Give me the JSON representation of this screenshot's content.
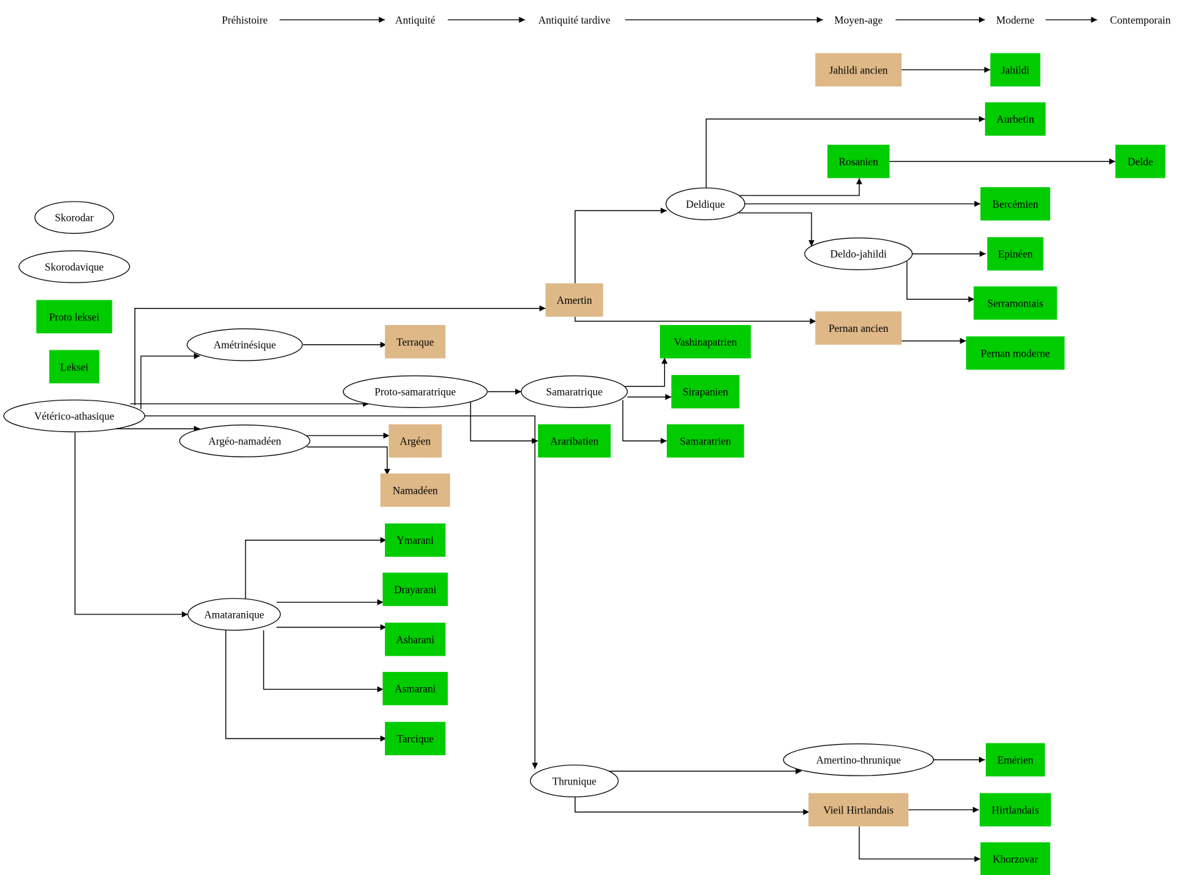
{
  "colors": {
    "modern": "#00cc00",
    "ancient": "#deb887",
    "proto": "#ffffff"
  },
  "timeline": [
    "Préhistoire",
    "Antiquité",
    "Antiquité tardive",
    "Moyen-age",
    "Moderne",
    "Contemporain"
  ],
  "nodes": [
    {
      "id": "skorodar",
      "label": "Skorodar",
      "kind": "proto"
    },
    {
      "id": "skorodavique",
      "label": "Skorodavique",
      "kind": "proto"
    },
    {
      "id": "proto_leksei",
      "label": "Proto leksei",
      "kind": "modern"
    },
    {
      "id": "leksei",
      "label": "Leksei",
      "kind": "modern"
    },
    {
      "id": "veterico",
      "label": "Vétérico-athasique",
      "kind": "proto"
    },
    {
      "id": "ametrinesique",
      "label": "Amétrinésique",
      "kind": "proto"
    },
    {
      "id": "argeo",
      "label": "Argéo-namadéen",
      "kind": "proto"
    },
    {
      "id": "amataranique",
      "label": "Amataranique",
      "kind": "proto"
    },
    {
      "id": "terraque",
      "label": "Terraque",
      "kind": "ancient"
    },
    {
      "id": "proto_sam",
      "label": "Proto-samaratrique",
      "kind": "proto"
    },
    {
      "id": "argeen",
      "label": "Argéen",
      "kind": "ancient"
    },
    {
      "id": "namadeen",
      "label": "Namadéen",
      "kind": "ancient"
    },
    {
      "id": "ymarani",
      "label": "Ymarani",
      "kind": "modern"
    },
    {
      "id": "drayarani",
      "label": "Drayarani",
      "kind": "modern"
    },
    {
      "id": "asharani",
      "label": "Asharani",
      "kind": "modern"
    },
    {
      "id": "asmarani",
      "label": "Asmarani",
      "kind": "modern"
    },
    {
      "id": "tarcique",
      "label": "Tarcique",
      "kind": "modern"
    },
    {
      "id": "amertin",
      "label": "Amertin",
      "kind": "ancient"
    },
    {
      "id": "samaratrique",
      "label": "Samaratrique",
      "kind": "proto"
    },
    {
      "id": "araribatien",
      "label": "Araribatien",
      "kind": "modern"
    },
    {
      "id": "thrunique",
      "label": "Thrunique",
      "kind": "proto"
    },
    {
      "id": "deldique",
      "label": "Deldique",
      "kind": "proto"
    },
    {
      "id": "vashinapatrien",
      "label": "Vashinapatrien",
      "kind": "modern"
    },
    {
      "id": "sirapanien",
      "label": "Sirapanien",
      "kind": "modern"
    },
    {
      "id": "samaratrien",
      "label": "Samaratrien",
      "kind": "modern"
    },
    {
      "id": "jahildi_ancien",
      "label": "Jahildi ancien",
      "kind": "ancient"
    },
    {
      "id": "rosanien",
      "label": "Rosanien",
      "kind": "modern"
    },
    {
      "id": "deldo_jahildi",
      "label": "Deldo-jahildi",
      "kind": "proto"
    },
    {
      "id": "pernan_ancien",
      "label": "Pernan ancien",
      "kind": "ancient"
    },
    {
      "id": "amertino_thrunique",
      "label": "Amertino-thrunique",
      "kind": "proto"
    },
    {
      "id": "vieil_hirtlandais",
      "label": "Vieil Hirtlandais",
      "kind": "ancient"
    },
    {
      "id": "jahildi",
      "label": "Jahildi",
      "kind": "modern"
    },
    {
      "id": "aurbetin",
      "label": "Aurbetin",
      "kind": "modern"
    },
    {
      "id": "bercemien",
      "label": "Bercémien",
      "kind": "modern"
    },
    {
      "id": "epineen",
      "label": "Epinéen",
      "kind": "modern"
    },
    {
      "id": "serramontais",
      "label": "Serramontais",
      "kind": "modern"
    },
    {
      "id": "pernan_moderne",
      "label": "Pernan moderne",
      "kind": "modern"
    },
    {
      "id": "emerien",
      "label": "Emérien",
      "kind": "modern"
    },
    {
      "id": "hirtlandais",
      "label": "Hirtlandais",
      "kind": "modern"
    },
    {
      "id": "khorzovar",
      "label": "Khorzovar",
      "kind": "modern"
    },
    {
      "id": "delde",
      "label": "Delde",
      "kind": "modern"
    }
  ],
  "edges": [
    [
      "veterico",
      "ametrinesique"
    ],
    [
      "veterico",
      "amertin"
    ],
    [
      "veterico",
      "proto_sam"
    ],
    [
      "veterico",
      "thrunique"
    ],
    [
      "veterico",
      "argeo"
    ],
    [
      "veterico",
      "amataranique"
    ],
    [
      "ametrinesique",
      "terraque"
    ],
    [
      "argeo",
      "argeen"
    ],
    [
      "argeo",
      "namadeen"
    ],
    [
      "proto_sam",
      "samaratrique"
    ],
    [
      "proto_sam",
      "araribatien"
    ],
    [
      "samaratrique",
      "vashinapatrien"
    ],
    [
      "samaratrique",
      "sirapanien"
    ],
    [
      "samaratrique",
      "samaratrien"
    ],
    [
      "amataranique",
      "ymarani"
    ],
    [
      "amataranique",
      "drayarani"
    ],
    [
      "amataranique",
      "asharani"
    ],
    [
      "amataranique",
      "asmarani"
    ],
    [
      "amataranique",
      "tarcique"
    ],
    [
      "amertin",
      "deldique"
    ],
    [
      "amertin",
      "pernan_ancien"
    ],
    [
      "deldique",
      "aurbetin"
    ],
    [
      "deldique",
      "rosanien"
    ],
    [
      "deldique",
      "bercemien"
    ],
    [
      "deldique",
      "deldo_jahildi"
    ],
    [
      "rosanien",
      "delde"
    ],
    [
      "deldo_jahildi",
      "epineen"
    ],
    [
      "deldo_jahildi",
      "serramontais"
    ],
    [
      "pernan_ancien",
      "pernan_moderne"
    ],
    [
      "jahildi_ancien",
      "jahildi"
    ],
    [
      "thrunique",
      "amertino_thrunique"
    ],
    [
      "thrunique",
      "vieil_hirtlandais"
    ],
    [
      "amertino_thrunique",
      "emerien"
    ],
    [
      "vieil_hirtlandais",
      "hirtlandais"
    ],
    [
      "vieil_hirtlandais",
      "khorzovar"
    ]
  ]
}
